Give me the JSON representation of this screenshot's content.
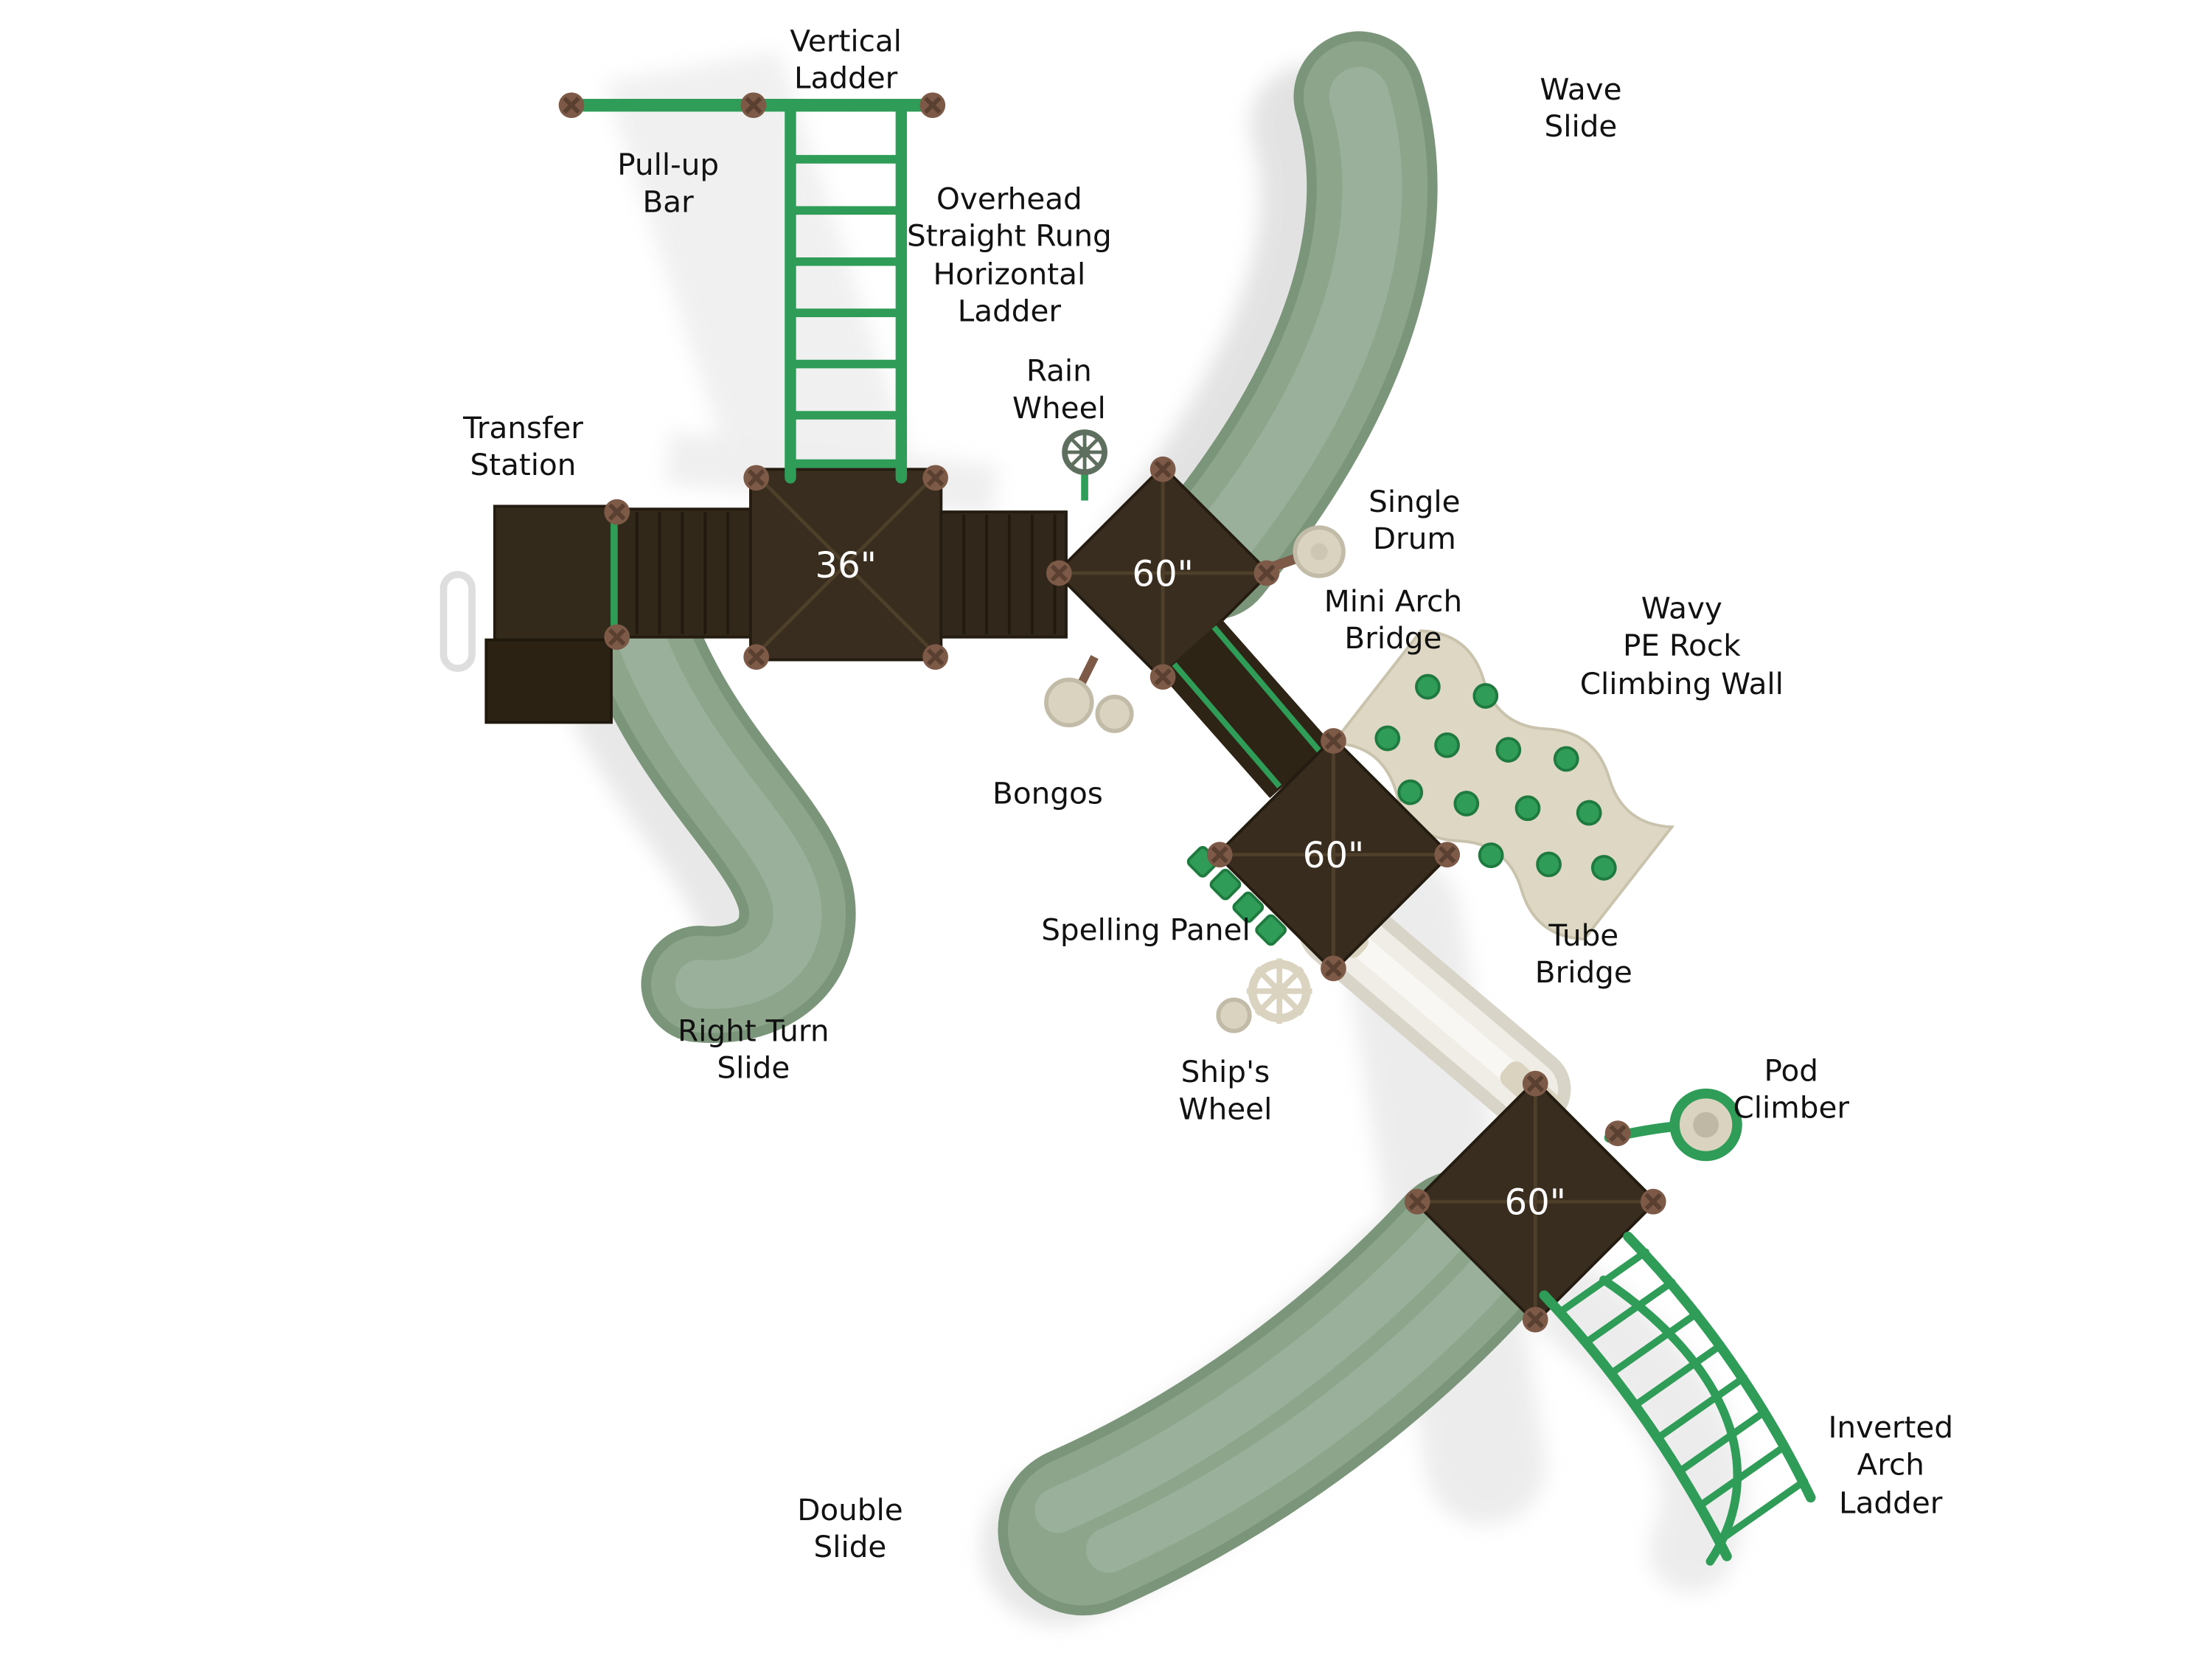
{
  "colors": {
    "slide_green": "#8DA68B",
    "slide_green_dark": "#7B957A",
    "slide_green_light": "#9AB09A",
    "rail_green": "#2F9D57",
    "deck_brown": "#382D1E",
    "panel_brown": "#32281A",
    "connector_brown": "#7D5948",
    "beige": "#D9D3C0",
    "wall_beige": "#DDD7C3",
    "background": "#FFFFFF",
    "label_text": "#111111"
  },
  "decks": {
    "deck_36": "36\"",
    "deck_60_a": "60\"",
    "deck_60_b": "60\"",
    "deck_60_c": "60\""
  },
  "labels": {
    "vertical_ladder": "Vertical\nLadder",
    "pull_up_bar": "Pull-up\nBar",
    "overhead_ladder": "Overhead\nStraight Rung\nHorizontal\nLadder",
    "rain_wheel": "Rain\nWheel",
    "wave_slide": "Wave\nSlide",
    "transfer_station": "Transfer\nStation",
    "single_drum": "Single\nDrum",
    "mini_arch_bridge": "Mini Arch\nBridge",
    "wavy_climbing_wall": "Wavy\nPE Rock\nClimbing Wall",
    "bongos": "Bongos",
    "spelling_panel": "Spelling Panel",
    "tube_bridge": "Tube\nBridge",
    "right_turn_slide": "Right Turn\nSlide",
    "ships_wheel": "Ship's\nWheel",
    "pod_climber": "Pod\nClimber",
    "double_slide": "Double\nSlide",
    "inverted_arch_ladder": "Inverted\nArch\nLadder"
  }
}
